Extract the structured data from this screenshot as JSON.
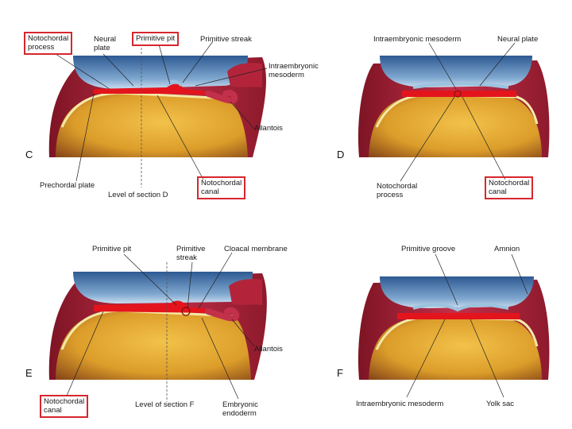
{
  "panels": [
    {
      "letter": "C",
      "labels": {
        "notochordal_process": "Notochordal\nprocess",
        "neural_plate": "Neural\nplate",
        "primitive_pit": "Primitive pit",
        "primitive_streak": "Primitive streak",
        "intraembryonic_mesoderm": "Intraembryonic\nmesoderm",
        "allantois": "Allantois",
        "prechordal_plate": "Prechordal plate",
        "level_of_section": "Level of section D",
        "notochordal_canal": "Notochordal\ncanal"
      }
    },
    {
      "letter": "D",
      "labels": {
        "intraembryonic_mesoderm": "Intraembryonic mesoderm",
        "neural_plate": "Neural plate",
        "notochordal_process": "Notochordal\nprocess",
        "notochordal_canal": "Notochordal\ncanal"
      }
    },
    {
      "letter": "E",
      "labels": {
        "primitive_pit": "Primitive pit",
        "primitive_streak": "Primitive\nstreak",
        "cloacal_membrane": "Cloacal membrane",
        "allantois": "Allantois",
        "notochordal_canal": "Notochordal\ncanal",
        "level_of_section": "Level of section F",
        "embryonic_endoderm": "Embryonic\nendoderm"
      }
    },
    {
      "letter": "F",
      "labels": {
        "primitive_groove": "Primitive groove",
        "amnion": "Amnion",
        "intraembryonic_mesoderm": "Intraembryonic mesoderm",
        "yolk_sac": "Yolk sac"
      }
    }
  ],
  "colors": {
    "highlight_box": "#d7262d",
    "yolk": "#e0a52a",
    "ectoderm_wall": "#b3243a",
    "amniotic_cavity": "#3f6fa6",
    "mesoderm": "#e4141c",
    "endoderm_line": "#f4e9a6"
  }
}
